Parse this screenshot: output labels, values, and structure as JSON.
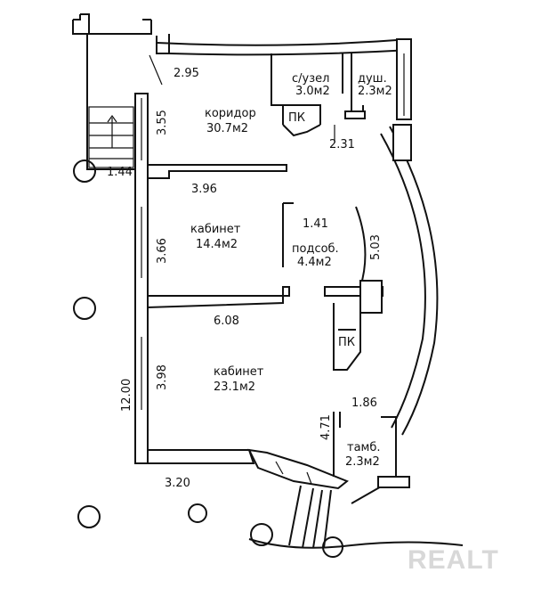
{
  "rooms": {
    "corridor": {
      "name": "коридор",
      "area": "30.7м2"
    },
    "bathroom": {
      "name": "с/узел",
      "area": "3.0м2"
    },
    "shower": {
      "name": "душ.",
      "area": "2.3м2"
    },
    "office1": {
      "name": "кабинет",
      "area": "14.4м2"
    },
    "utility": {
      "name": "подсоб.",
      "area": "4.4м2"
    },
    "office2": {
      "name": "кабинет",
      "area": "23.1м2"
    },
    "vestibule": {
      "name": "тамб.",
      "area": "2.3м2"
    }
  },
  "dimensions": {
    "d_2_95": "2.95",
    "d_3_55": "3.55",
    "d_1_44": "1.44",
    "d_3_96": "3.96",
    "d_2_31": "2.31",
    "d_1_41": "1.41",
    "d_5_03": "5.03",
    "d_3_66": "3.66",
    "d_6_08": "6.08",
    "d_3_98": "3.98",
    "d_12_00": "12.00",
    "d_1_86": "1.86",
    "d_4_71": "4.71",
    "d_3_20": "3.20"
  },
  "shafts": {
    "pk1": "ПК",
    "pk2": "ПК"
  },
  "watermark": "REALT"
}
